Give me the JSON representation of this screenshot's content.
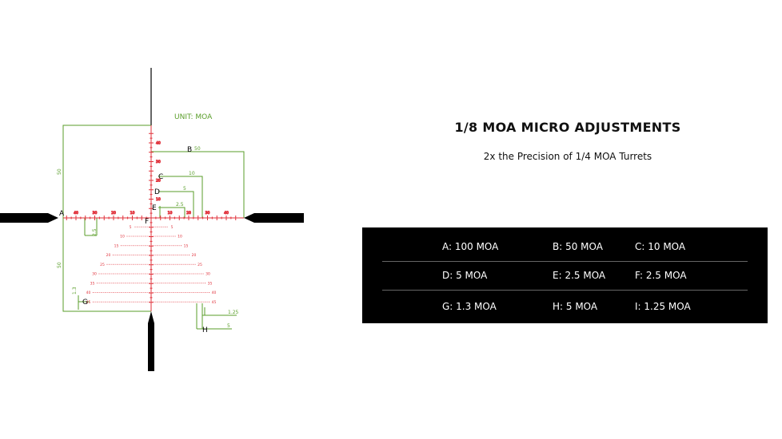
{
  "heading": {
    "title": "1/8 MOA MICRO ADJUSTMENTS",
    "subtitle": "2x the Precision of 1/4 MOA Turrets"
  },
  "reticle": {
    "unit_label": "UNIT:  MOA",
    "letters": {
      "A": "A",
      "B": "B",
      "C": "C",
      "D": "D",
      "E": "E",
      "F": "F",
      "G": "G",
      "H": "H"
    },
    "dims": {
      "A_upper": "50",
      "A_lower": "50",
      "B": "50",
      "C": "10",
      "D": "5",
      "E": "2.5",
      "F": "2.5",
      "G": "1.3",
      "H_i": "1.25",
      "H": "5"
    },
    "h_ticks_left": [
      "40",
      "30",
      "20",
      "10"
    ],
    "h_ticks_right": [
      "10",
      "20",
      "30",
      "40"
    ],
    "v_ticks_up": [
      "40",
      "30",
      "20",
      "10"
    ],
    "tree_rows": [
      {
        "label": "5",
        "dots": 8
      },
      {
        "label": "10",
        "dots": 12
      },
      {
        "label": "15",
        "dots": 15
      },
      {
        "label": "20",
        "dots": 19
      },
      {
        "label": "25",
        "dots": 22
      },
      {
        "label": "30",
        "dots": 26
      },
      {
        "label": "35",
        "dots": 27
      },
      {
        "label": "40",
        "dots": 29
      },
      {
        "label": "45",
        "dots": 29
      }
    ],
    "colors": {
      "green": "#5a9e2a",
      "red": "#e0303a",
      "black": "#000000"
    }
  },
  "legend": {
    "rows": [
      [
        "A: 100 MOA",
        "B: 50 MOA",
        "C: 10 MOA"
      ],
      [
        "D: 5 MOA",
        "E: 2.5 MOA",
        "F: 2.5 MOA"
      ],
      [
        "G: 1.3 MOA",
        "H: 5 MOA",
        "I: 1.25 MOA"
      ]
    ]
  }
}
